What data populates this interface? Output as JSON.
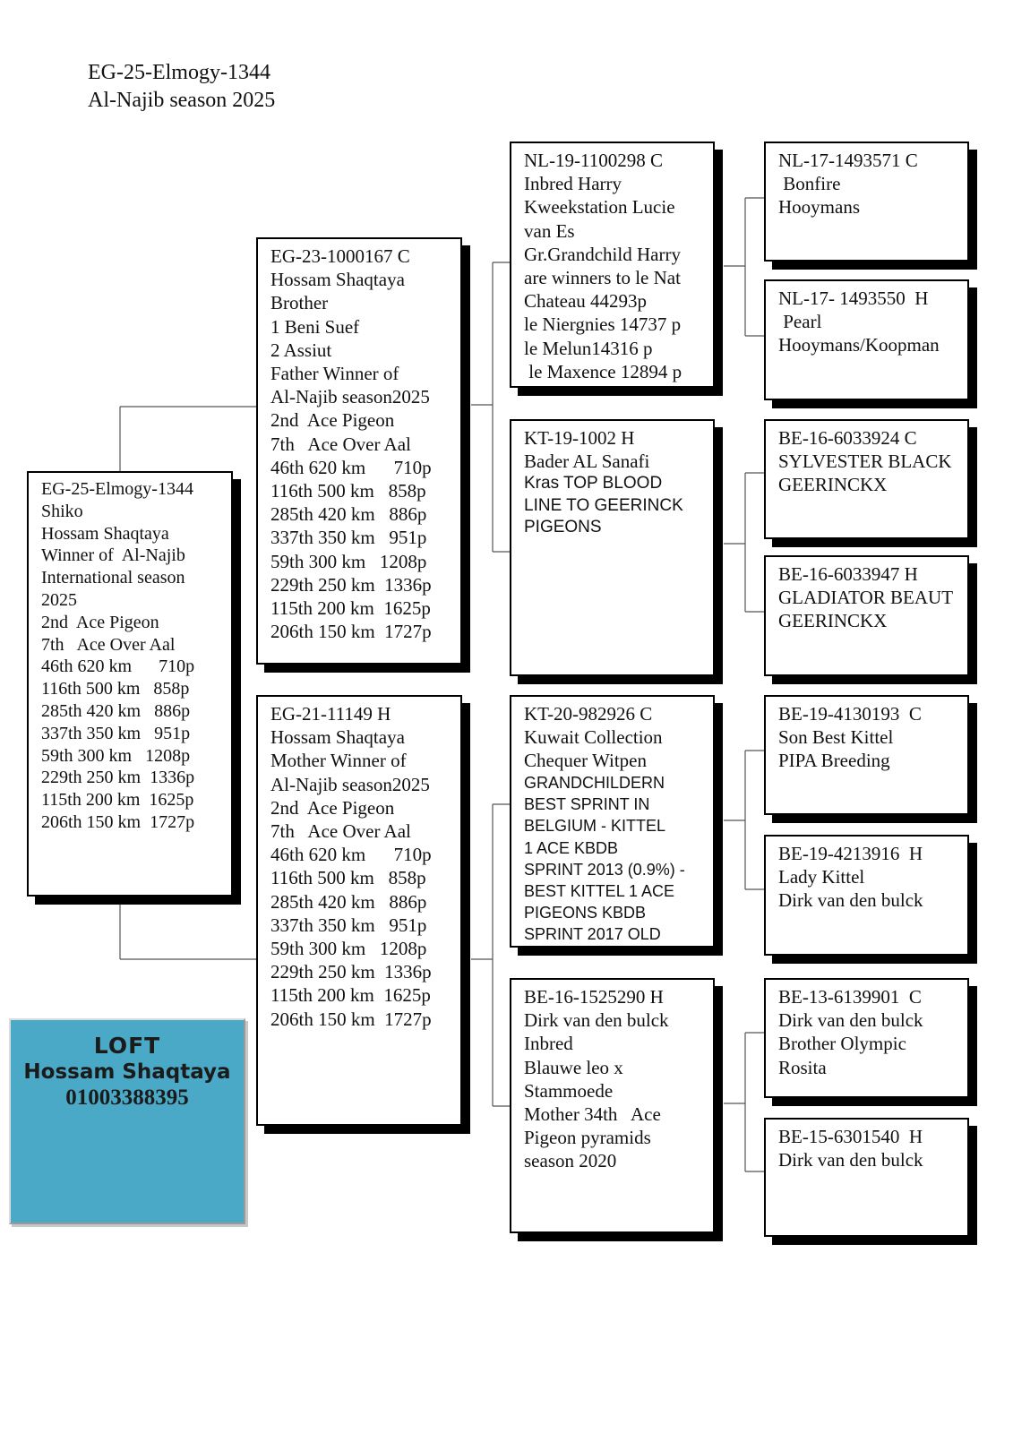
{
  "header": {
    "ring": "EG-25-Elmogy-1344",
    "season": "Al-Najib season  2025"
  },
  "pigeon": {
    "lines": [
      "EG-25-Elmogy-1344",
      "Shiko",
      "Hossam Shaqtaya",
      "Winner of  Al-Najib",
      "International season",
      "2025",
      "2nd  Ace Pigeon",
      "7th   Ace Over Aal",
      "46th 620 km      710p",
      "116th 500 km   858p",
      "285th 420 km   886p",
      "337th 350 km   951p",
      "59th 300 km   1208p",
      "229th 250 km  1336p",
      "115th 200 km  1625p",
      "206th 150 km  1727p"
    ]
  },
  "sire": {
    "lines": [
      "EG-23-1000167 C",
      "Hossam Shaqtaya",
      "Brother",
      "1 Beni Suef",
      "2 Assiut",
      "Father Winner of",
      "Al-Najib season2025",
      "2nd  Ace Pigeon",
      "7th   Ace Over Aal",
      "46th 620 km      710p",
      "116th 500 km   858p",
      "285th 420 km   886p",
      "337th 350 km   951p",
      "59th 300 km   1208p",
      "229th 250 km  1336p",
      "115th 200 km  1625p",
      "206th 150 km  1727p"
    ]
  },
  "dam": {
    "lines": [
      "EG-21-11149 H",
      "Hossam Shaqtaya",
      "Mother Winner of",
      "Al-Najib season2025",
      "2nd  Ace Pigeon",
      "7th   Ace Over Aal",
      "46th 620 km      710p",
      "116th 500 km   858p",
      "285th 420 km   886p",
      "337th 350 km   951p",
      "59th 300 km   1208p",
      "229th 250 km  1336p",
      "115th 200 km  1625p",
      "206th 150 km  1727p"
    ]
  },
  "grandparents": [
    {
      "lines": [
        "NL-19-1100298 C",
        "Inbred Harry",
        "Kweekstation Lucie",
        "van Es",
        "Gr.Grandchild Harry",
        "are winners to le Nat",
        "Chateau 44293p",
        "le Niergnies 14737 p",
        "le Melun14316 p",
        " le Maxence 12894 p"
      ]
    },
    {
      "lines": [
        "KT-19-1002 H",
        "Bader AL Sanafi",
        "Kras TOP BLOOD",
        "LINE TO GEERINCK",
        "PIGEONS"
      ]
    },
    {
      "lines": [
        "KT-20-982926 C",
        "Kuwait Collection",
        "Chequer Witpen",
        "GRANDCHILDERN",
        "BEST SPRINT IN",
        "BELGIUM - KITTEL",
        "1 ACE KBDB",
        "SPRINT 2013 (0.9%) -",
        "BEST KITTEL 1 ACE",
        "PIGEONS KBDB",
        "SPRINT 2017 OLD"
      ]
    },
    {
      "lines": [
        "BE-16-1525290 H",
        "Dirk van den bulck",
        "Inbred",
        "Blauwe leo x",
        "Stammoede",
        "Mother 34th   Ace",
        "Pigeon pyramids",
        "season 2020"
      ]
    }
  ],
  "great_grandparents": [
    {
      "lines": [
        "NL-17-1493571 C",
        " Bonfire",
        "Hooymans"
      ]
    },
    {
      "lines": [
        "NL-17- 1493550  H",
        " Pearl",
        "Hooymans/Koopman"
      ]
    },
    {
      "lines": [
        "BE-16-6033924 C",
        "SYLVESTER BLACK",
        "GEERINCKX"
      ]
    },
    {
      "lines": [
        "BE-16-6033947 H",
        "GLADIATOR BEAUT",
        "GEERINCKX"
      ]
    },
    {
      "lines": [
        "BE-19-4130193  C",
        "Son Best Kittel",
        "PIPA Breeding"
      ]
    },
    {
      "lines": [
        "BE-19-4213916  H",
        "Lady Kittel",
        "Dirk van den bulck"
      ]
    },
    {
      "lines": [
        "BE-13-6139901  C",
        "Dirk van den bulck",
        "Brother Olympic",
        "Rosita"
      ]
    },
    {
      "lines": [
        "BE-15-6301540  H",
        "Dirk van den bulck"
      ]
    }
  ],
  "loft": {
    "label": "LOFT",
    "owner": "Hossam Shaqtaya",
    "phone": "01003388395",
    "background_color": "#4aa9c6"
  }
}
